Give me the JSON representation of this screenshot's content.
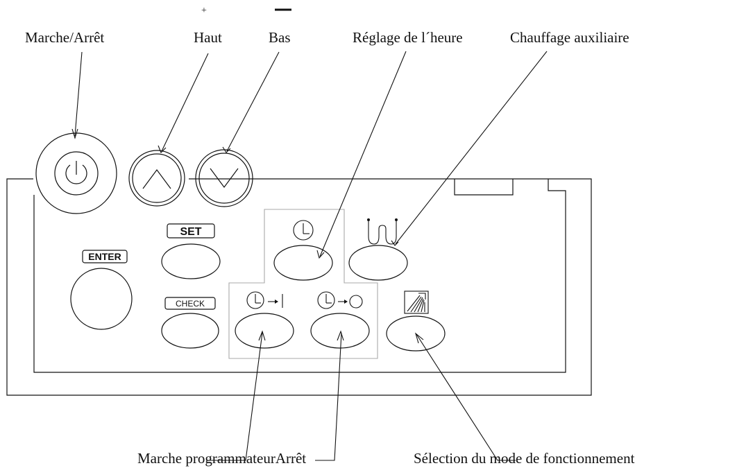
{
  "labels": {
    "power": "Marche/Arrêt",
    "up": "Haut",
    "down": "Bas",
    "plus_sign": "+",
    "clock_set": "Réglage de l´heure",
    "aux_heating": "Chauffage auxiliaire",
    "timer_on_off": "Marche programmateurArrêt",
    "mode_select": "Sélection du mode de fonctionnement"
  },
  "keys": {
    "set": "SET",
    "enter": "ENTER",
    "check": "CHECK"
  },
  "icons": {
    "power": "power-icon",
    "up": "chevron-up-icon",
    "down": "chevron-down-icon",
    "clock": "clock-icon",
    "heater": "heating-element-icon",
    "timer_on": "timer-on-icon",
    "timer_off": "timer-off-icon",
    "shower": "shower-icon"
  }
}
